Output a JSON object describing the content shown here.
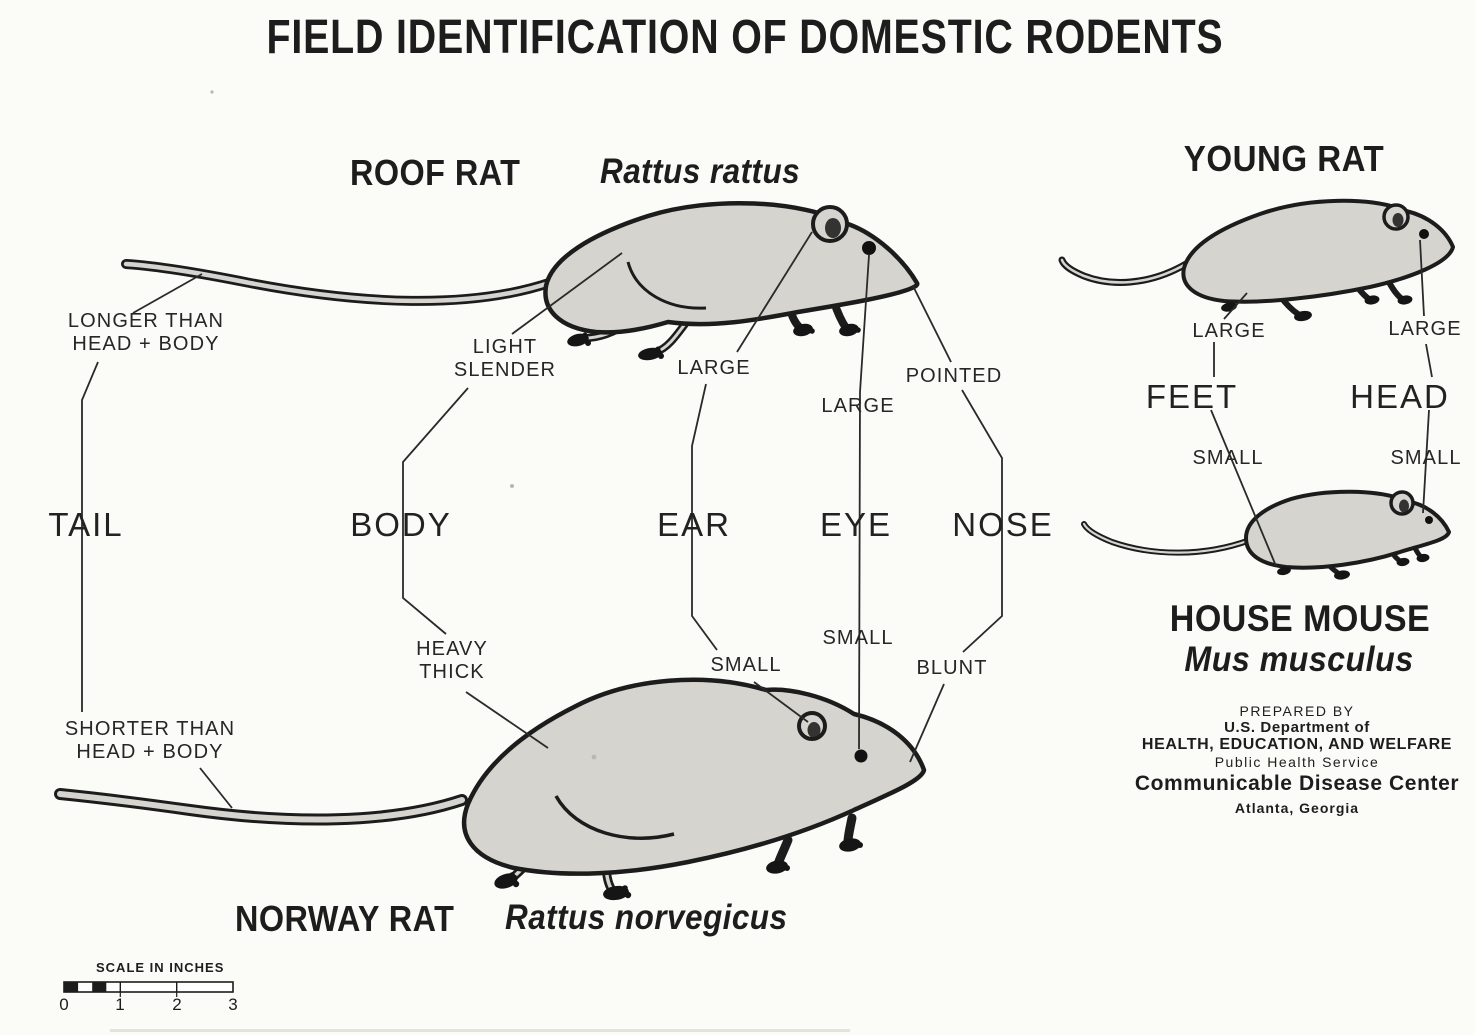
{
  "title": "FIELD IDENTIFICATION OF DOMESTIC RODENTS",
  "features": {
    "tail": "TAIL",
    "body": "BODY",
    "ear": "EAR",
    "eye": "EYE",
    "nose": "NOSE"
  },
  "roof_rat": {
    "name": "ROOF RAT",
    "species": "Rattus rattus",
    "tail_note_1": "LONGER THAN",
    "tail_note_2": "HEAD + BODY",
    "body_note_1": "LIGHT",
    "body_note_2": "SLENDER",
    "ear_note": "LARGE",
    "eye_note": "LARGE",
    "nose_note": "POINTED"
  },
  "norway_rat": {
    "name": "NORWAY RAT",
    "species": "Rattus norvegicus",
    "tail_note_1": "SHORTER THAN",
    "tail_note_2": "HEAD + BODY",
    "body_note_1": "HEAVY",
    "body_note_2": "THICK",
    "ear_note": "SMALL",
    "eye_note": "SMALL",
    "nose_note": "BLUNT"
  },
  "young_rat": {
    "name": "YOUNG RAT",
    "feet_note": "LARGE",
    "head_note": "LARGE"
  },
  "house_mouse": {
    "name": "HOUSE MOUSE",
    "species": "Mus musculus",
    "feet_note": "SMALL",
    "head_note": "SMALL"
  },
  "comparisons": {
    "feet": "FEET",
    "head": "HEAD"
  },
  "credits": {
    "prepared_by": "PREPARED BY",
    "department_1": "U.S. Department of",
    "department_2": "HEALTH, EDUCATION, AND WELFARE",
    "service": "Public Health Service",
    "center": "Communicable Disease Center",
    "location": "Atlanta, Georgia"
  },
  "scale_bar": {
    "label": "SCALE IN INCHES",
    "ticks": [
      "0",
      "1",
      "2",
      "3"
    ]
  },
  "colors": {
    "background": "#fbfbf8",
    "ink": "#1d1d1d",
    "rodent_fill": "#d6d4ce",
    "leader_line": "#2a2a2a"
  }
}
